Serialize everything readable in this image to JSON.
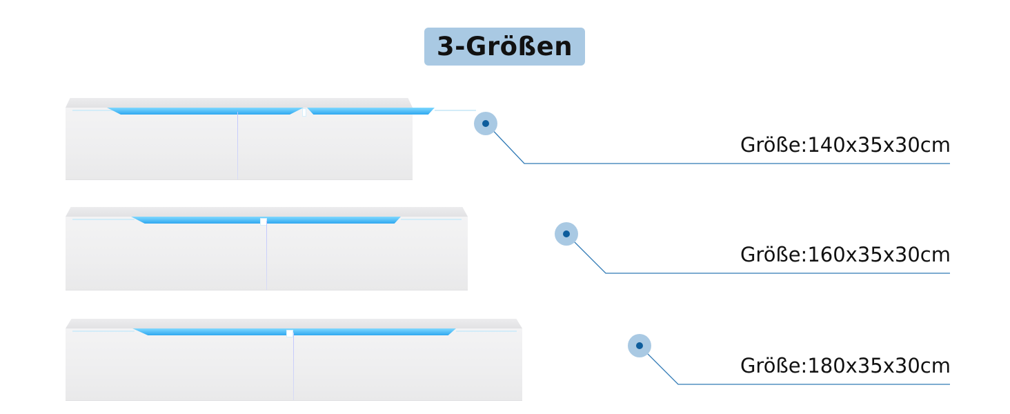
{
  "title": "3-Größen",
  "items": [
    {
      "label": "Größe:140x35x30cm"
    },
    {
      "label": "Größe:160x35x30cm"
    },
    {
      "label": "Größe:180x35x30cm"
    }
  ],
  "colors": {
    "badge": "#a9c9e3",
    "marker_dot": "#0e5d9c",
    "leader_line": "#2f79b5",
    "led": "#2fa8f0"
  }
}
